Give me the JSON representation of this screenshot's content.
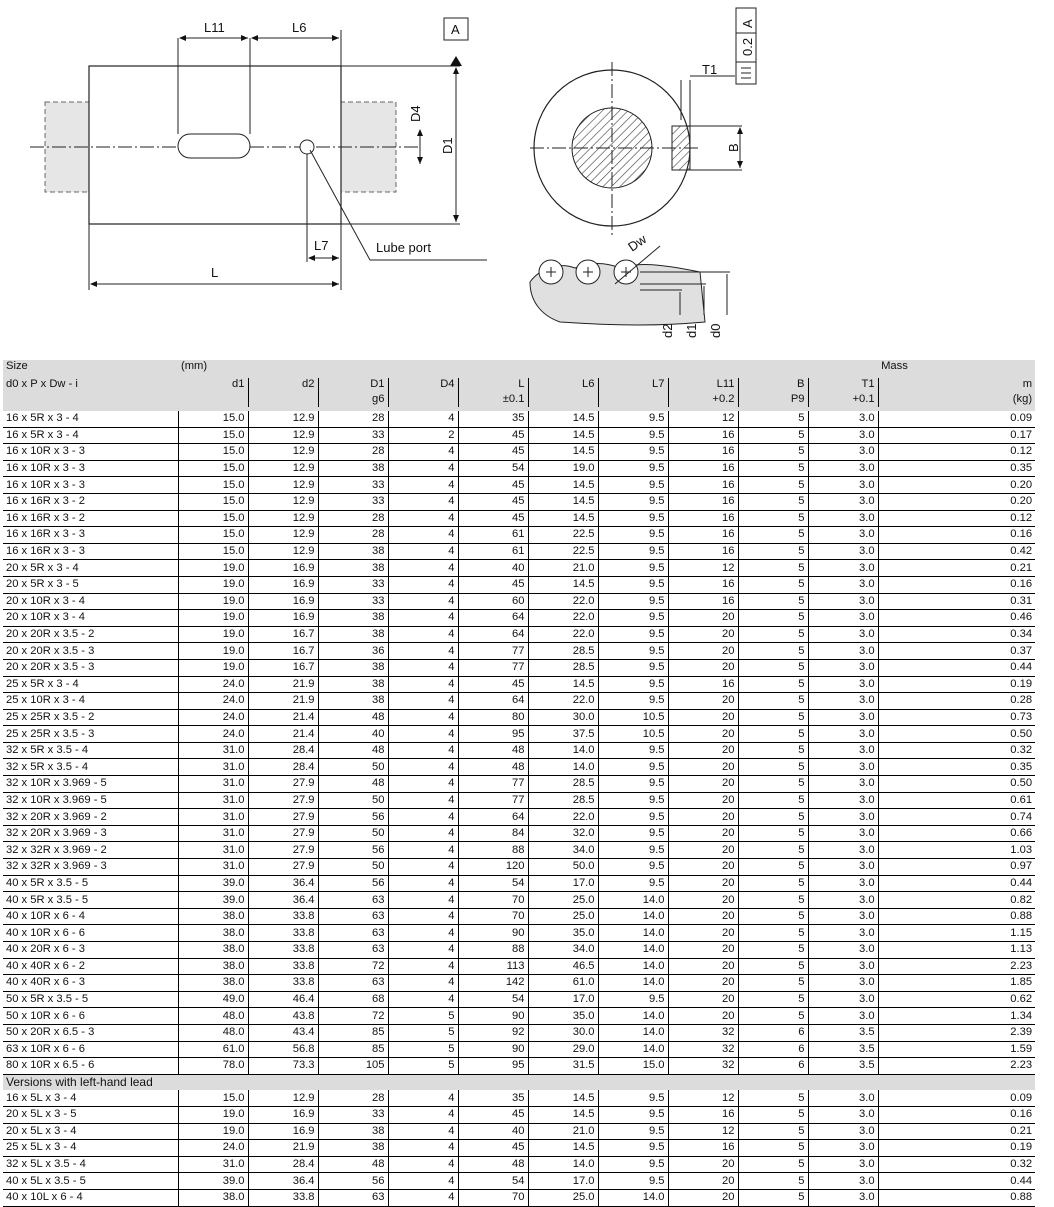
{
  "drawing": {
    "labels": {
      "L11": "L11",
      "L6": "L6",
      "D4": "D4",
      "D1": "D1",
      "L7": "L7",
      "L": "L",
      "lube_port": "Lube port",
      "datum_A": "A",
      "tolerance_value": "0.2",
      "tolerance_datum": "A",
      "T1": "T1",
      "B": "B",
      "Dw": "Dw",
      "d2": "d2",
      "d1": "d1",
      "d0": "d0"
    }
  },
  "table": {
    "group_size": "Size",
    "size_formula": "d0 x P x Dw - i",
    "unit_group": "(mm)",
    "mass_group": "Mass",
    "columns": [
      {
        "key": "d1",
        "label": "d1",
        "sub": ""
      },
      {
        "key": "d2",
        "label": "d2",
        "sub": ""
      },
      {
        "key": "D1",
        "label": "D1",
        "sub": "g6"
      },
      {
        "key": "D4",
        "label": "D4",
        "sub": ""
      },
      {
        "key": "L",
        "label": "L",
        "sub": "±0.1"
      },
      {
        "key": "L6",
        "label": "L6",
        "sub": ""
      },
      {
        "key": "L7",
        "label": "L7",
        "sub": ""
      },
      {
        "key": "L11",
        "label": "L11",
        "sub": "+0.2"
      },
      {
        "key": "B",
        "label": "B",
        "sub": "P9"
      },
      {
        "key": "T1",
        "label": "T1",
        "sub": "+0.1"
      },
      {
        "key": "m",
        "label": "m",
        "sub": "(kg)"
      }
    ],
    "rows": [
      [
        "16 x 5R x 3 - 4",
        "15.0",
        "12.9",
        "28",
        "4",
        "35",
        "14.5",
        "9.5",
        "12",
        "5",
        "3.0",
        "0.09"
      ],
      [
        "16 x 5R x 3 - 4",
        "15.0",
        "12.9",
        "33",
        "2",
        "45",
        "14.5",
        "9.5",
        "16",
        "5",
        "3.0",
        "0.17"
      ],
      [
        "16 x 10R x 3 - 3",
        "15.0",
        "12.9",
        "28",
        "4",
        "45",
        "14.5",
        "9.5",
        "16",
        "5",
        "3.0",
        "0.12"
      ],
      [
        "16 x 10R x 3 - 3",
        "15.0",
        "12.9",
        "38",
        "4",
        "54",
        "19.0",
        "9.5",
        "16",
        "5",
        "3.0",
        "0.35"
      ],
      [
        "16 x 10R x 3 - 3",
        "15.0",
        "12.9",
        "33",
        "4",
        "45",
        "14.5",
        "9.5",
        "16",
        "5",
        "3.0",
        "0.20"
      ],
      [
        "16 x 16R x 3 - 2",
        "15.0",
        "12.9",
        "33",
        "4",
        "45",
        "14.5",
        "9.5",
        "16",
        "5",
        "3.0",
        "0.20"
      ],
      [
        "16 x 16R x 3 - 2",
        "15.0",
        "12.9",
        "28",
        "4",
        "45",
        "14.5",
        "9.5",
        "16",
        "5",
        "3.0",
        "0.12"
      ],
      [
        "16 x 16R x 3 - 3",
        "15.0",
        "12.9",
        "28",
        "4",
        "61",
        "22.5",
        "9.5",
        "16",
        "5",
        "3.0",
        "0.16"
      ],
      [
        "16 x 16R x 3 - 3",
        "15.0",
        "12.9",
        "38",
        "4",
        "61",
        "22.5",
        "9.5",
        "16",
        "5",
        "3.0",
        "0.42"
      ],
      [
        "20 x 5R x 3 - 4",
        "19.0",
        "16.9",
        "38",
        "4",
        "40",
        "21.0",
        "9.5",
        "12",
        "5",
        "3.0",
        "0.21"
      ],
      [
        "20 x 5R x 3 - 5",
        "19.0",
        "16.9",
        "33",
        "4",
        "45",
        "14.5",
        "9.5",
        "16",
        "5",
        "3.0",
        "0.16"
      ],
      [
        "20 x 10R x 3 - 4",
        "19.0",
        "16.9",
        "33",
        "4",
        "60",
        "22.0",
        "9.5",
        "16",
        "5",
        "3.0",
        "0.31"
      ],
      [
        "20 x 10R x 3 - 4",
        "19.0",
        "16.9",
        "38",
        "4",
        "64",
        "22.0",
        "9.5",
        "20",
        "5",
        "3.0",
        "0.46"
      ],
      [
        "20 x 20R x 3.5 - 2",
        "19.0",
        "16.7",
        "38",
        "4",
        "64",
        "22.0",
        "9.5",
        "20",
        "5",
        "3.0",
        "0.34"
      ],
      [
        "20 x 20R x 3.5 - 3",
        "19.0",
        "16.7",
        "36",
        "4",
        "77",
        "28.5",
        "9.5",
        "20",
        "5",
        "3.0",
        "0.37"
      ],
      [
        "20 x 20R x 3.5 - 3",
        "19.0",
        "16.7",
        "38",
        "4",
        "77",
        "28.5",
        "9.5",
        "20",
        "5",
        "3.0",
        "0.44"
      ],
      [
        "25 x 5R x 3 - 4",
        "24.0",
        "21.9",
        "38",
        "4",
        "45",
        "14.5",
        "9.5",
        "16",
        "5",
        "3.0",
        "0.19"
      ],
      [
        "25 x 10R x 3 - 4",
        "24.0",
        "21.9",
        "38",
        "4",
        "64",
        "22.0",
        "9.5",
        "20",
        "5",
        "3.0",
        "0.28"
      ],
      [
        "25 x 25R x 3.5 - 2",
        "24.0",
        "21.4",
        "48",
        "4",
        "80",
        "30.0",
        "10.5",
        "20",
        "5",
        "3.0",
        "0.73"
      ],
      [
        "25 x 25R x 3.5 - 3",
        "24.0",
        "21.4",
        "40",
        "4",
        "95",
        "37.5",
        "10.5",
        "20",
        "5",
        "3.0",
        "0.50"
      ],
      [
        "32 x 5R x 3.5 - 4",
        "31.0",
        "28.4",
        "48",
        "4",
        "48",
        "14.0",
        "9.5",
        "20",
        "5",
        "3.0",
        "0.32"
      ],
      [
        "32 x 5R x 3.5 - 4",
        "31.0",
        "28.4",
        "50",
        "4",
        "48",
        "14.0",
        "9.5",
        "20",
        "5",
        "3.0",
        "0.35"
      ],
      [
        "32 x 10R x 3.969 - 5",
        "31.0",
        "27.9",
        "48",
        "4",
        "77",
        "28.5",
        "9.5",
        "20",
        "5",
        "3.0",
        "0.50"
      ],
      [
        "32 x 10R x 3.969 - 5",
        "31.0",
        "27.9",
        "50",
        "4",
        "77",
        "28.5",
        "9.5",
        "20",
        "5",
        "3.0",
        "0.61"
      ],
      [
        "32 x 20R x 3.969 - 2",
        "31.0",
        "27.9",
        "56",
        "4",
        "64",
        "22.0",
        "9.5",
        "20",
        "5",
        "3.0",
        "0.74"
      ],
      [
        "32 x 20R x 3.969 - 3",
        "31.0",
        "27.9",
        "50",
        "4",
        "84",
        "32.0",
        "9.5",
        "20",
        "5",
        "3.0",
        "0.66"
      ],
      [
        "32 x 32R x 3.969 - 2",
        "31.0",
        "27.9",
        "56",
        "4",
        "88",
        "34.0",
        "9.5",
        "20",
        "5",
        "3.0",
        "1.03"
      ],
      [
        "32 x 32R x 3.969 - 3",
        "31.0",
        "27.9",
        "50",
        "4",
        "120",
        "50.0",
        "9.5",
        "20",
        "5",
        "3.0",
        "0.97"
      ],
      [
        "40 x 5R x 3.5 - 5",
        "39.0",
        "36.4",
        "56",
        "4",
        "54",
        "17.0",
        "9.5",
        "20",
        "5",
        "3.0",
        "0.44"
      ],
      [
        "40 x 5R x 3.5 - 5",
        "39.0",
        "36.4",
        "63",
        "4",
        "70",
        "25.0",
        "14.0",
        "20",
        "5",
        "3.0",
        "0.82"
      ],
      [
        "40 x 10R x 6 - 4",
        "38.0",
        "33.8",
        "63",
        "4",
        "70",
        "25.0",
        "14.0",
        "20",
        "5",
        "3.0",
        "0.88"
      ],
      [
        "40 x 10R x 6 - 6",
        "38.0",
        "33.8",
        "63",
        "4",
        "90",
        "35.0",
        "14.0",
        "20",
        "5",
        "3.0",
        "1.15"
      ],
      [
        "40 x 20R x 6 - 3",
        "38.0",
        "33.8",
        "63",
        "4",
        "88",
        "34.0",
        "14.0",
        "20",
        "5",
        "3.0",
        "1.13"
      ],
      [
        "40 x 40R x 6 - 2",
        "38.0",
        "33.8",
        "72",
        "4",
        "113",
        "46.5",
        "14.0",
        "20",
        "5",
        "3.0",
        "2.23"
      ],
      [
        "40 x 40R x 6 - 3",
        "38.0",
        "33.8",
        "63",
        "4",
        "142",
        "61.0",
        "14.0",
        "20",
        "5",
        "3.0",
        "1.85"
      ],
      [
        "50 x 5R x 3.5 - 5",
        "49.0",
        "46.4",
        "68",
        "4",
        "54",
        "17.0",
        "9.5",
        "20",
        "5",
        "3.0",
        "0.62"
      ],
      [
        "50 x 10R x 6 - 6",
        "48.0",
        "43.8",
        "72",
        "5",
        "90",
        "35.0",
        "14.0",
        "20",
        "5",
        "3.0",
        "1.34"
      ],
      [
        "50 x 20R x 6.5 - 3",
        "48.0",
        "43.4",
        "85",
        "5",
        "92",
        "30.0",
        "14.0",
        "32",
        "6",
        "3.5",
        "2.39"
      ],
      [
        "63 x 10R x 6 - 6",
        "61.0",
        "56.8",
        "85",
        "5",
        "90",
        "29.0",
        "14.0",
        "32",
        "6",
        "3.5",
        "1.59"
      ],
      [
        "80 x 10R x 6.5 - 6",
        "78.0",
        "73.3",
        "105",
        "5",
        "95",
        "31.5",
        "15.0",
        "32",
        "6",
        "3.5",
        "2.23"
      ]
    ],
    "section_label": "Versions with left-hand lead",
    "rows_left": [
      [
        "16 x 5L x 3 - 4",
        "15.0",
        "12.9",
        "28",
        "4",
        "35",
        "14.5",
        "9.5",
        "12",
        "5",
        "3.0",
        "0.09"
      ],
      [
        "20 x 5L x 3 - 5",
        "19.0",
        "16.9",
        "33",
        "4",
        "45",
        "14.5",
        "9.5",
        "16",
        "5",
        "3.0",
        "0.16"
      ],
      [
        "20 x 5L x 3 - 4",
        "19.0",
        "16.9",
        "38",
        "4",
        "40",
        "21.0",
        "9.5",
        "12",
        "5",
        "3.0",
        "0.21"
      ],
      [
        "25 x 5L x 3 - 4",
        "24.0",
        "21.9",
        "38",
        "4",
        "45",
        "14.5",
        "9.5",
        "16",
        "5",
        "3.0",
        "0.19"
      ],
      [
        "32 x 5L x 3.5 - 4",
        "31.0",
        "28.4",
        "48",
        "4",
        "48",
        "14.0",
        "9.5",
        "20",
        "5",
        "3.0",
        "0.32"
      ],
      [
        "40 x 5L x 3.5 - 5",
        "39.0",
        "36.4",
        "56",
        "4",
        "54",
        "17.0",
        "9.5",
        "20",
        "5",
        "3.0",
        "0.44"
      ],
      [
        "40 x 10L x 6 - 4",
        "38.0",
        "33.8",
        "63",
        "4",
        "70",
        "25.0",
        "14.0",
        "20",
        "5",
        "3.0",
        "0.88"
      ]
    ]
  }
}
